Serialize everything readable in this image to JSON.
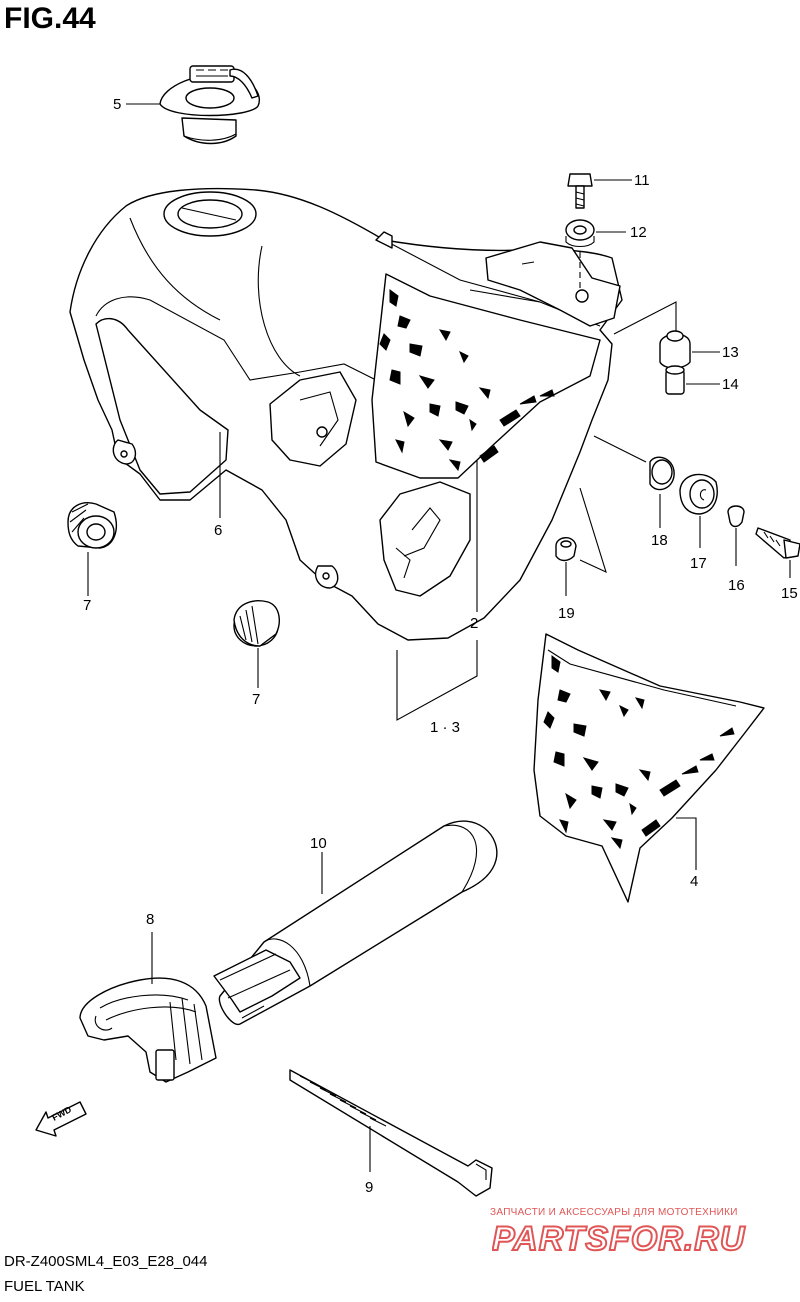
{
  "figure": {
    "title": "FIG.44",
    "model_code": "DR-Z400SML4_E03_E28_044",
    "name": "FUEL TANK"
  },
  "callouts": {
    "c1_3": "1 · 3",
    "c2": "2",
    "c4": "4",
    "c5": "5",
    "c6": "6",
    "c7a": "7",
    "c7b": "7",
    "c8": "8",
    "c9": "9",
    "c10": "10",
    "c11": "11",
    "c12": "12",
    "c13": "13",
    "c14": "14",
    "c15": "15",
    "c16": "16",
    "c17": "17",
    "c18": "18",
    "c19": "19"
  },
  "fwd_label": "FWD",
  "watermark": {
    "subtitle": "ЗАПЧАСТИ И АКСЕССУАРЫ ДЛЯ МОТОТЕХНИКИ",
    "logo_text": "PARTSFOR.RU",
    "color": "#e05555"
  }
}
